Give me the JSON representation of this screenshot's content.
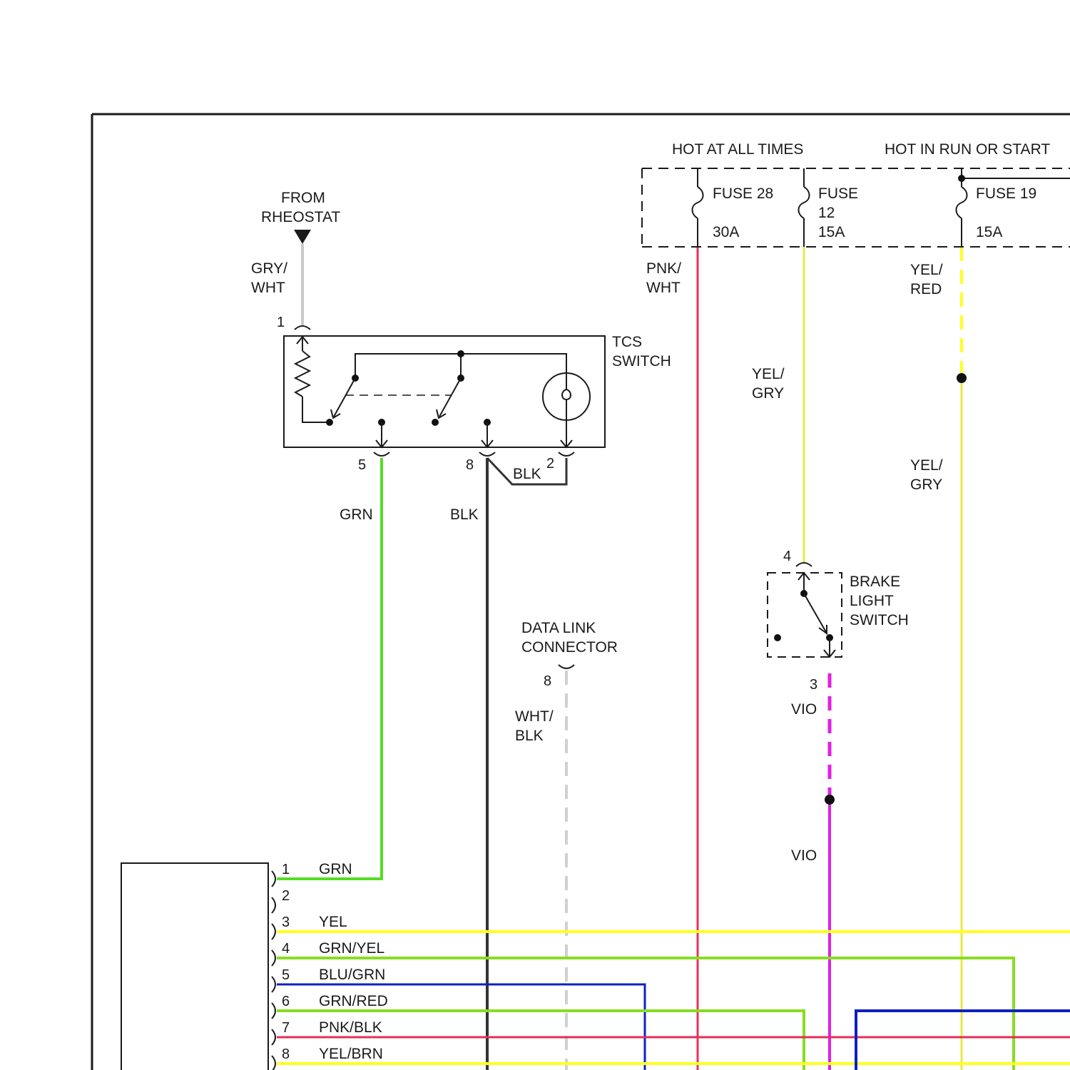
{
  "sources": {
    "hot_at_all_times": "HOT AT ALL TIMES",
    "hot_in_run_or_start": "HOT IN RUN OR START"
  },
  "fuses": {
    "fuse28": {
      "line1": "FUSE 28",
      "rating": "30A"
    },
    "fuse12": {
      "line1": "FUSE",
      "line2": "12",
      "rating": "15A"
    },
    "fuse19": {
      "line1": "FUSE 19",
      "rating": "15A"
    }
  },
  "rheostat": {
    "line1": "FROM",
    "line2": "RHEOSTAT"
  },
  "tcs_switch": {
    "line1": "TCS",
    "line2": "SWITCH",
    "pins": {
      "p1": "1",
      "p5": "5",
      "p8": "8",
      "p2": "2"
    }
  },
  "brake_light_switch": {
    "line1": "BRAKE",
    "line2": "LIGHT",
    "line3": "SWITCH",
    "pins": {
      "p4": "4",
      "p3": "3"
    }
  },
  "data_link_connector": {
    "line1": "DATA LINK",
    "line2": "CONNECTOR",
    "pin": "8"
  },
  "wire_labels": {
    "gry_wht_1": "GRY/",
    "gry_wht_2": "WHT",
    "pnk_wht_1": "PNK/",
    "pnk_wht_2": "WHT",
    "yel_red_1": "YEL/",
    "yel_red_2": "RED",
    "yel_gry_a_1": "YEL/",
    "yel_gry_a_2": "GRY",
    "yel_gry_b_1": "YEL/",
    "yel_gry_b_2": "GRY",
    "grn": "GRN",
    "blk_main": "BLK",
    "blk_jumper": "BLK",
    "wht_blk_1": "WHT/",
    "wht_blk_2": "BLK",
    "vio_upper": "VIO",
    "vio_lower": "VIO"
  },
  "module_connector": {
    "pins": [
      {
        "num": "1",
        "label": "GRN"
      },
      {
        "num": "2",
        "label": ""
      },
      {
        "num": "3",
        "label": "YEL"
      },
      {
        "num": "4",
        "label": "GRN/YEL"
      },
      {
        "num": "5",
        "label": "BLU/GRN"
      },
      {
        "num": "6",
        "label": "GRN/RED"
      },
      {
        "num": "7",
        "label": "PNK/BLK"
      },
      {
        "num": "8",
        "label": "YEL/BRN"
      }
    ]
  },
  "colors": {
    "frame": "#1a1a1a",
    "grn": "#55dd22",
    "yel": "#ffff22",
    "yel_dim": "#e8e84a",
    "pnk": "#e8305a",
    "blk": "#333333",
    "gry": "#c8c8c8",
    "vio": "#e020e0",
    "blu": "#1020c0"
  }
}
